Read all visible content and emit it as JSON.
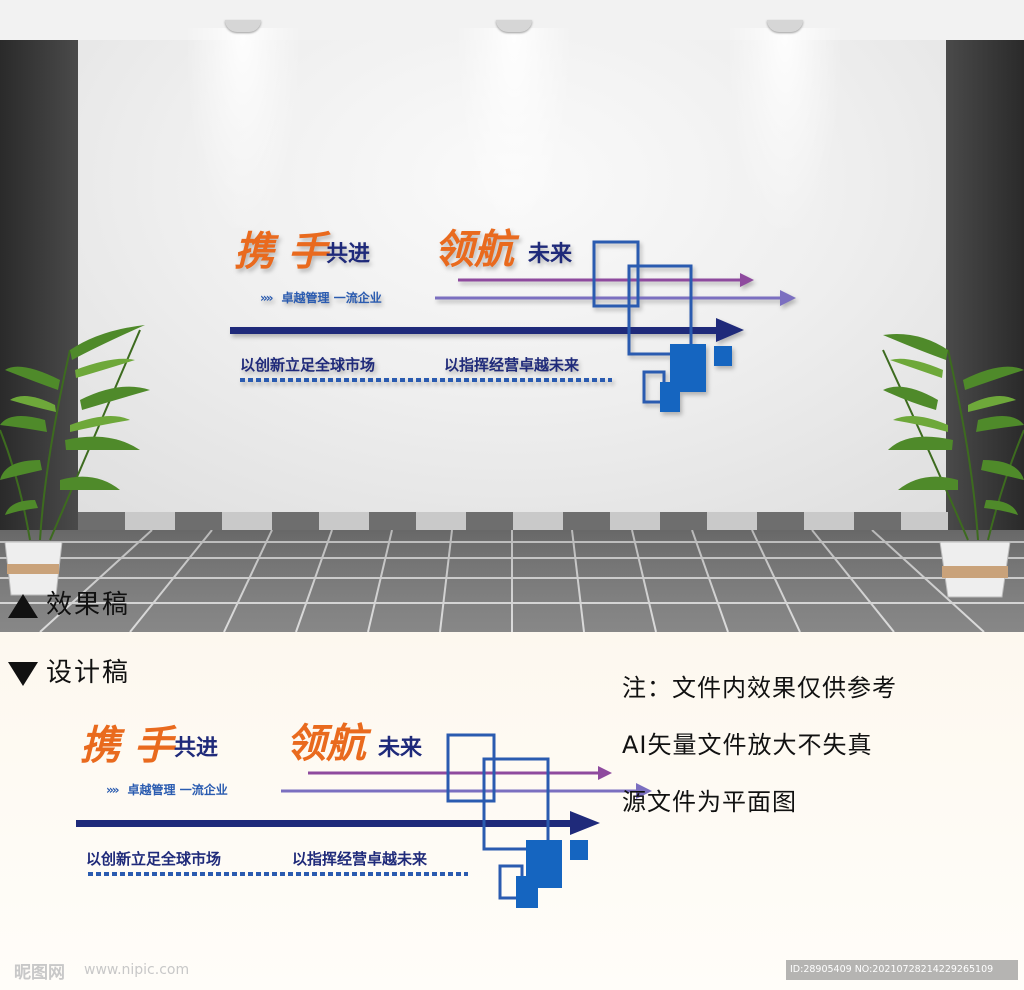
{
  "graphic": {
    "big1": "携 手",
    "small1": "共进",
    "big2": "领航",
    "small2": "未来",
    "tagline": "卓越管理 一流企业",
    "slogan1": "以创新立足全球市场",
    "slogan2": "以指挥经营卓越未来"
  },
  "labels": {
    "effect": "效果稿",
    "design": "设计稿"
  },
  "notes": [
    "注：文件内效果仅供参考",
    "AI矢量文件放大不失真",
    "源文件为平面图"
  ],
  "watermark": {
    "logo": "昵图网",
    "url": "www.nipic.com",
    "id_text": "ID:28905409 NO:20210728214229265109"
  },
  "colors": {
    "orange": "#e96a1e",
    "navy": "#1f2a7a",
    "blue": "#2a5bb0",
    "purple": "#8e4a9e",
    "lavender": "#7b6fc0",
    "square_blue": "#1565c0"
  },
  "icons": [
    "spotlight-icon",
    "plant-icon",
    "triangle-up-icon",
    "triangle-down-icon",
    "chevron-right-icon",
    "arrow-right-icon"
  ]
}
